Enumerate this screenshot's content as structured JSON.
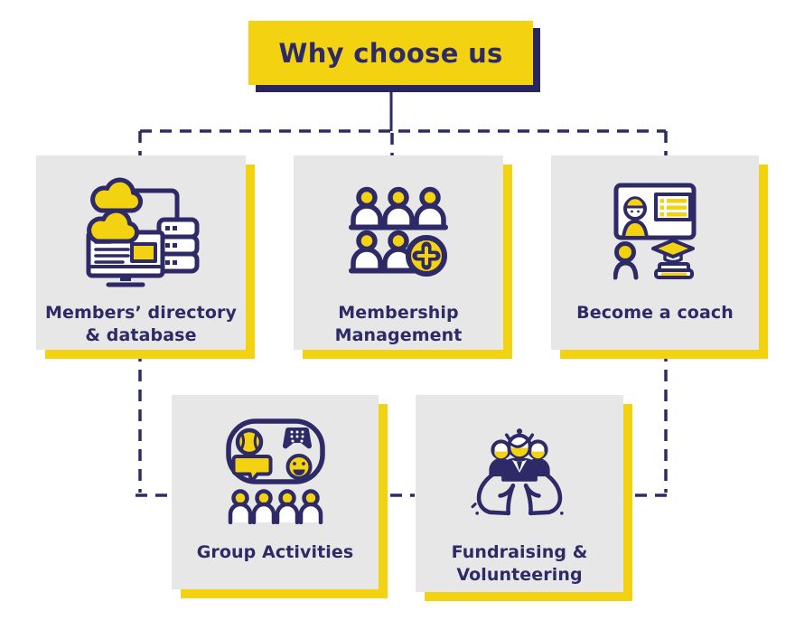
{
  "title": {
    "label": "Why choose us"
  },
  "cards": [
    {
      "id": "members-directory",
      "label": "Members’ directory\n& database",
      "icon": "members-directory-icon"
    },
    {
      "id": "membership-management",
      "label": "Membership\nManagement",
      "icon": "membership-management-icon"
    },
    {
      "id": "become-a-coach",
      "label": "Become a coach",
      "icon": "become-coach-icon"
    },
    {
      "id": "group-activities",
      "label": "Group Activities",
      "icon": "group-activities-icon"
    },
    {
      "id": "fundraising-volunteering",
      "label": "Fundraising &\nVolunteering",
      "icon": "fundraising-volunteering-icon"
    }
  ],
  "colors": {
    "yellow": "#F3D211",
    "navy": "#2D2A67",
    "shadow-navy": "#29265B",
    "card-bg": "#E7E7E7",
    "bg": "#FFFFFF"
  }
}
